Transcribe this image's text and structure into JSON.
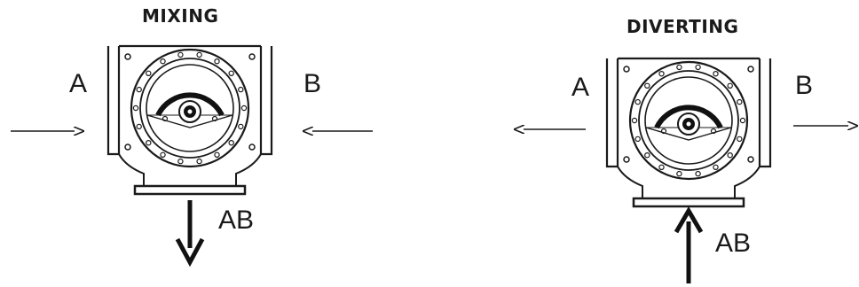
{
  "mixing": {
    "title": "MIXING",
    "port_a": "A",
    "port_b": "B",
    "port_ab": "AB"
  },
  "diverting": {
    "title": "DIVERTING",
    "port_a": "A",
    "port_b": "B",
    "port_ab": "AB"
  },
  "colors": {
    "line": "#1a1a1a",
    "background": "#ffffff"
  }
}
